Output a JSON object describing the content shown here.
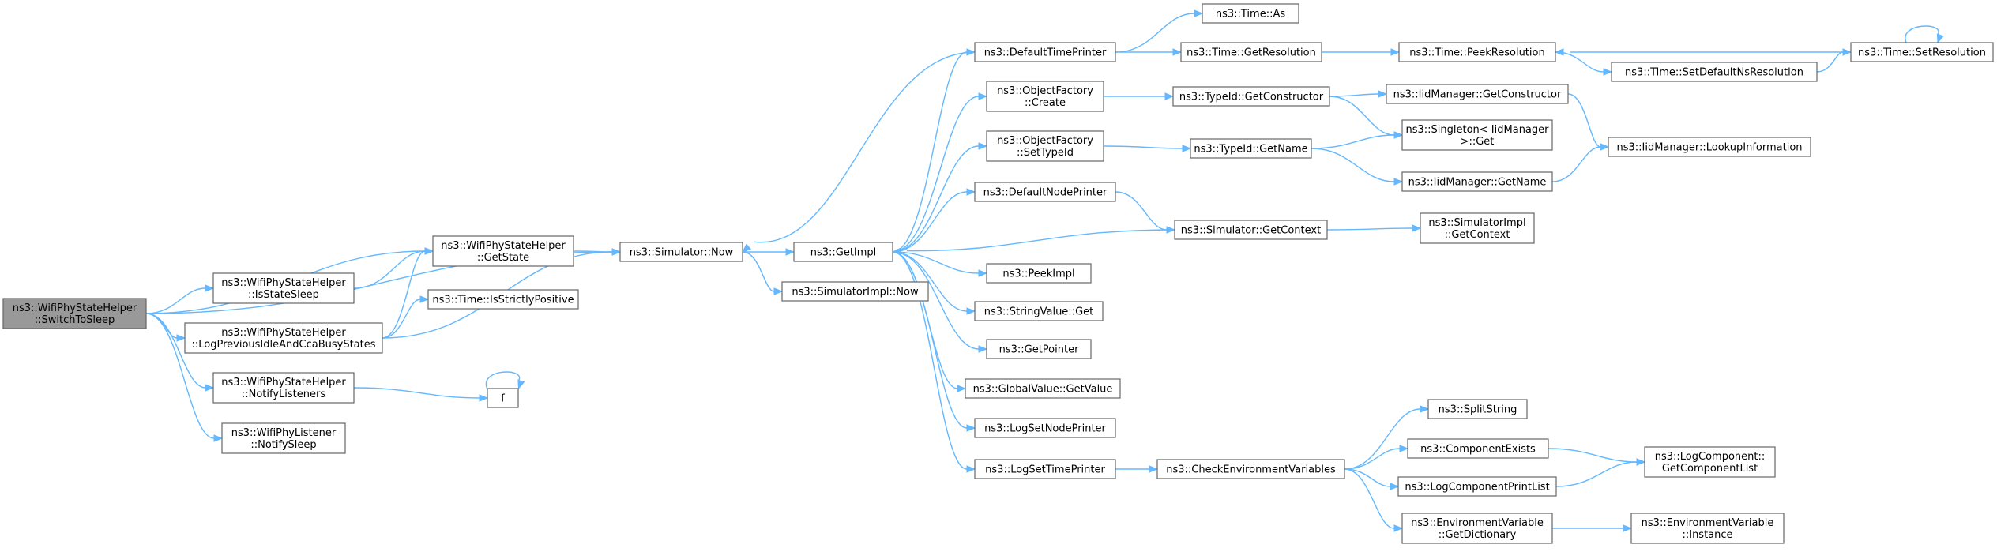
{
  "graph": {
    "nodes": {
      "switch_to_sleep": [
        "ns3::WifiPhyStateHelper",
        "::SwitchToSleep"
      ],
      "get_state": [
        "ns3::WifiPhyStateHelper",
        "::GetState"
      ],
      "is_state_sleep": [
        "ns3::WifiPhyStateHelper",
        "::IsStateSleep"
      ],
      "log_previous": [
        "ns3::WifiPhyStateHelper",
        "::LogPreviousIdleAndCcaBusyStates"
      ],
      "notify_listeners": [
        "ns3::WifiPhyStateHelper",
        "::NotifyListeners"
      ],
      "notify_sleep": [
        "ns3::WifiPhyListener",
        "::NotifySleep"
      ],
      "is_strictly_positive": [
        "ns3::Time::IsStrictlyPositive"
      ],
      "f": [
        "f"
      ],
      "simulator_now": [
        "ns3::Simulator::Now"
      ],
      "get_impl": [
        "ns3::GetImpl"
      ],
      "simulator_impl_now": [
        "ns3::SimulatorImpl::Now"
      ],
      "default_time_printer": [
        "ns3::DefaultTimePrinter"
      ],
      "object_factory_create": [
        "ns3::ObjectFactory",
        "::Create"
      ],
      "object_factory_set_type_id": [
        "ns3::ObjectFactory",
        "::SetTypeId"
      ],
      "default_node_printer": [
        "ns3::DefaultNodePrinter"
      ],
      "peek_impl": [
        "ns3::PeekImpl"
      ],
      "string_value_get": [
        "ns3::StringValue::Get"
      ],
      "get_pointer": [
        "ns3::GetPointer"
      ],
      "global_value_get_value": [
        "ns3::GlobalValue::GetValue"
      ],
      "log_set_node_printer": [
        "ns3::LogSetNodePrinter"
      ],
      "log_set_time_printer": [
        "ns3::LogSetTimePrinter"
      ],
      "time_as": [
        "ns3::Time::As"
      ],
      "time_get_resolution": [
        "ns3::Time::GetResolution"
      ],
      "type_id_get_constructor": [
        "ns3::TypeId::GetConstructor"
      ],
      "type_id_get_name": [
        "ns3::TypeId::GetName"
      ],
      "simulator_get_context": [
        "ns3::Simulator::GetContext"
      ],
      "check_env_vars": [
        "ns3::CheckEnvironmentVariables"
      ],
      "time_peek_resolution": [
        "ns3::Time::PeekResolution"
      ],
      "iid_get_constructor": [
        "ns3::IidManager::GetConstructor"
      ],
      "singleton_get": [
        "ns3::Singleton< IidManager",
        ">::Get"
      ],
      "iid_get_name": [
        "ns3::IidManager::GetName"
      ],
      "simulator_impl_get_context": [
        "ns3::SimulatorImpl",
        "::GetContext"
      ],
      "split_string": [
        "ns3::SplitString"
      ],
      "component_exists": [
        "ns3::ComponentExists"
      ],
      "log_component_print_list": [
        "ns3::LogComponentPrintList"
      ],
      "env_var_get_dictionary": [
        "ns3::EnvironmentVariable",
        "::GetDictionary"
      ],
      "time_set_default_ns_resolution": [
        "ns3::Time::SetDefaultNsResolution"
      ],
      "iid_lookup_information": [
        "ns3::IidManager::LookupInformation"
      ],
      "log_component_get_component_list": [
        "ns3::LogComponent::",
        "GetComponentList"
      ],
      "env_var_instance": [
        "ns3::EnvironmentVariable",
        "::Instance"
      ],
      "time_set_resolution": [
        "ns3::Time::SetResolution"
      ]
    },
    "edges": [
      [
        "switch_to_sleep",
        "get_state"
      ],
      [
        "switch_to_sleep",
        "is_state_sleep"
      ],
      [
        "switch_to_sleep",
        "log_previous"
      ],
      [
        "switch_to_sleep",
        "notify_listeners"
      ],
      [
        "switch_to_sleep",
        "notify_sleep"
      ],
      [
        "switch_to_sleep",
        "simulator_now"
      ],
      [
        "get_state",
        "simulator_now"
      ],
      [
        "is_state_sleep",
        "get_state"
      ],
      [
        "log_previous",
        "get_state"
      ],
      [
        "log_previous",
        "is_strictly_positive"
      ],
      [
        "log_previous",
        "simulator_now"
      ],
      [
        "notify_listeners",
        "f"
      ],
      [
        "f",
        "f"
      ],
      [
        "simulator_now",
        "get_impl"
      ],
      [
        "simulator_now",
        "simulator_impl_now"
      ],
      [
        "get_impl",
        "default_time_printer"
      ],
      [
        "get_impl",
        "object_factory_create"
      ],
      [
        "get_impl",
        "object_factory_set_type_id"
      ],
      [
        "get_impl",
        "default_node_printer"
      ],
      [
        "get_impl",
        "peek_impl"
      ],
      [
        "get_impl",
        "string_value_get"
      ],
      [
        "get_impl",
        "get_pointer"
      ],
      [
        "get_impl",
        "global_value_get_value"
      ],
      [
        "get_impl",
        "log_set_node_printer"
      ],
      [
        "get_impl",
        "log_set_time_printer"
      ],
      [
        "default_time_printer",
        "simulator_now"
      ],
      [
        "default_time_printer",
        "time_as"
      ],
      [
        "default_time_printer",
        "time_get_resolution"
      ],
      [
        "object_factory_create",
        "type_id_get_constructor"
      ],
      [
        "object_factory_set_type_id",
        "type_id_get_name"
      ],
      [
        "default_node_printer",
        "simulator_get_context"
      ],
      [
        "simulator_get_context",
        "get_impl"
      ],
      [
        "simulator_get_context",
        "simulator_impl_get_context"
      ],
      [
        "time_get_resolution",
        "time_peek_resolution"
      ],
      [
        "time_peek_resolution",
        "time_set_default_ns_resolution"
      ],
      [
        "time_set_default_ns_resolution",
        "time_set_resolution"
      ],
      [
        "time_set_resolution",
        "time_peek_resolution"
      ],
      [
        "time_set_resolution",
        "time_set_resolution"
      ],
      [
        "type_id_get_constructor",
        "iid_get_constructor"
      ],
      [
        "type_id_get_constructor",
        "singleton_get"
      ],
      [
        "type_id_get_name",
        "singleton_get"
      ],
      [
        "type_id_get_name",
        "iid_get_name"
      ],
      [
        "iid_get_constructor",
        "iid_lookup_information"
      ],
      [
        "iid_get_name",
        "iid_lookup_information"
      ],
      [
        "log_set_time_printer",
        "check_env_vars"
      ],
      [
        "check_env_vars",
        "split_string"
      ],
      [
        "check_env_vars",
        "component_exists"
      ],
      [
        "check_env_vars",
        "log_component_print_list"
      ],
      [
        "check_env_vars",
        "env_var_get_dictionary"
      ],
      [
        "component_exists",
        "log_component_get_component_list"
      ],
      [
        "log_component_print_list",
        "log_component_get_component_list"
      ],
      [
        "env_var_get_dictionary",
        "env_var_instance"
      ]
    ]
  }
}
